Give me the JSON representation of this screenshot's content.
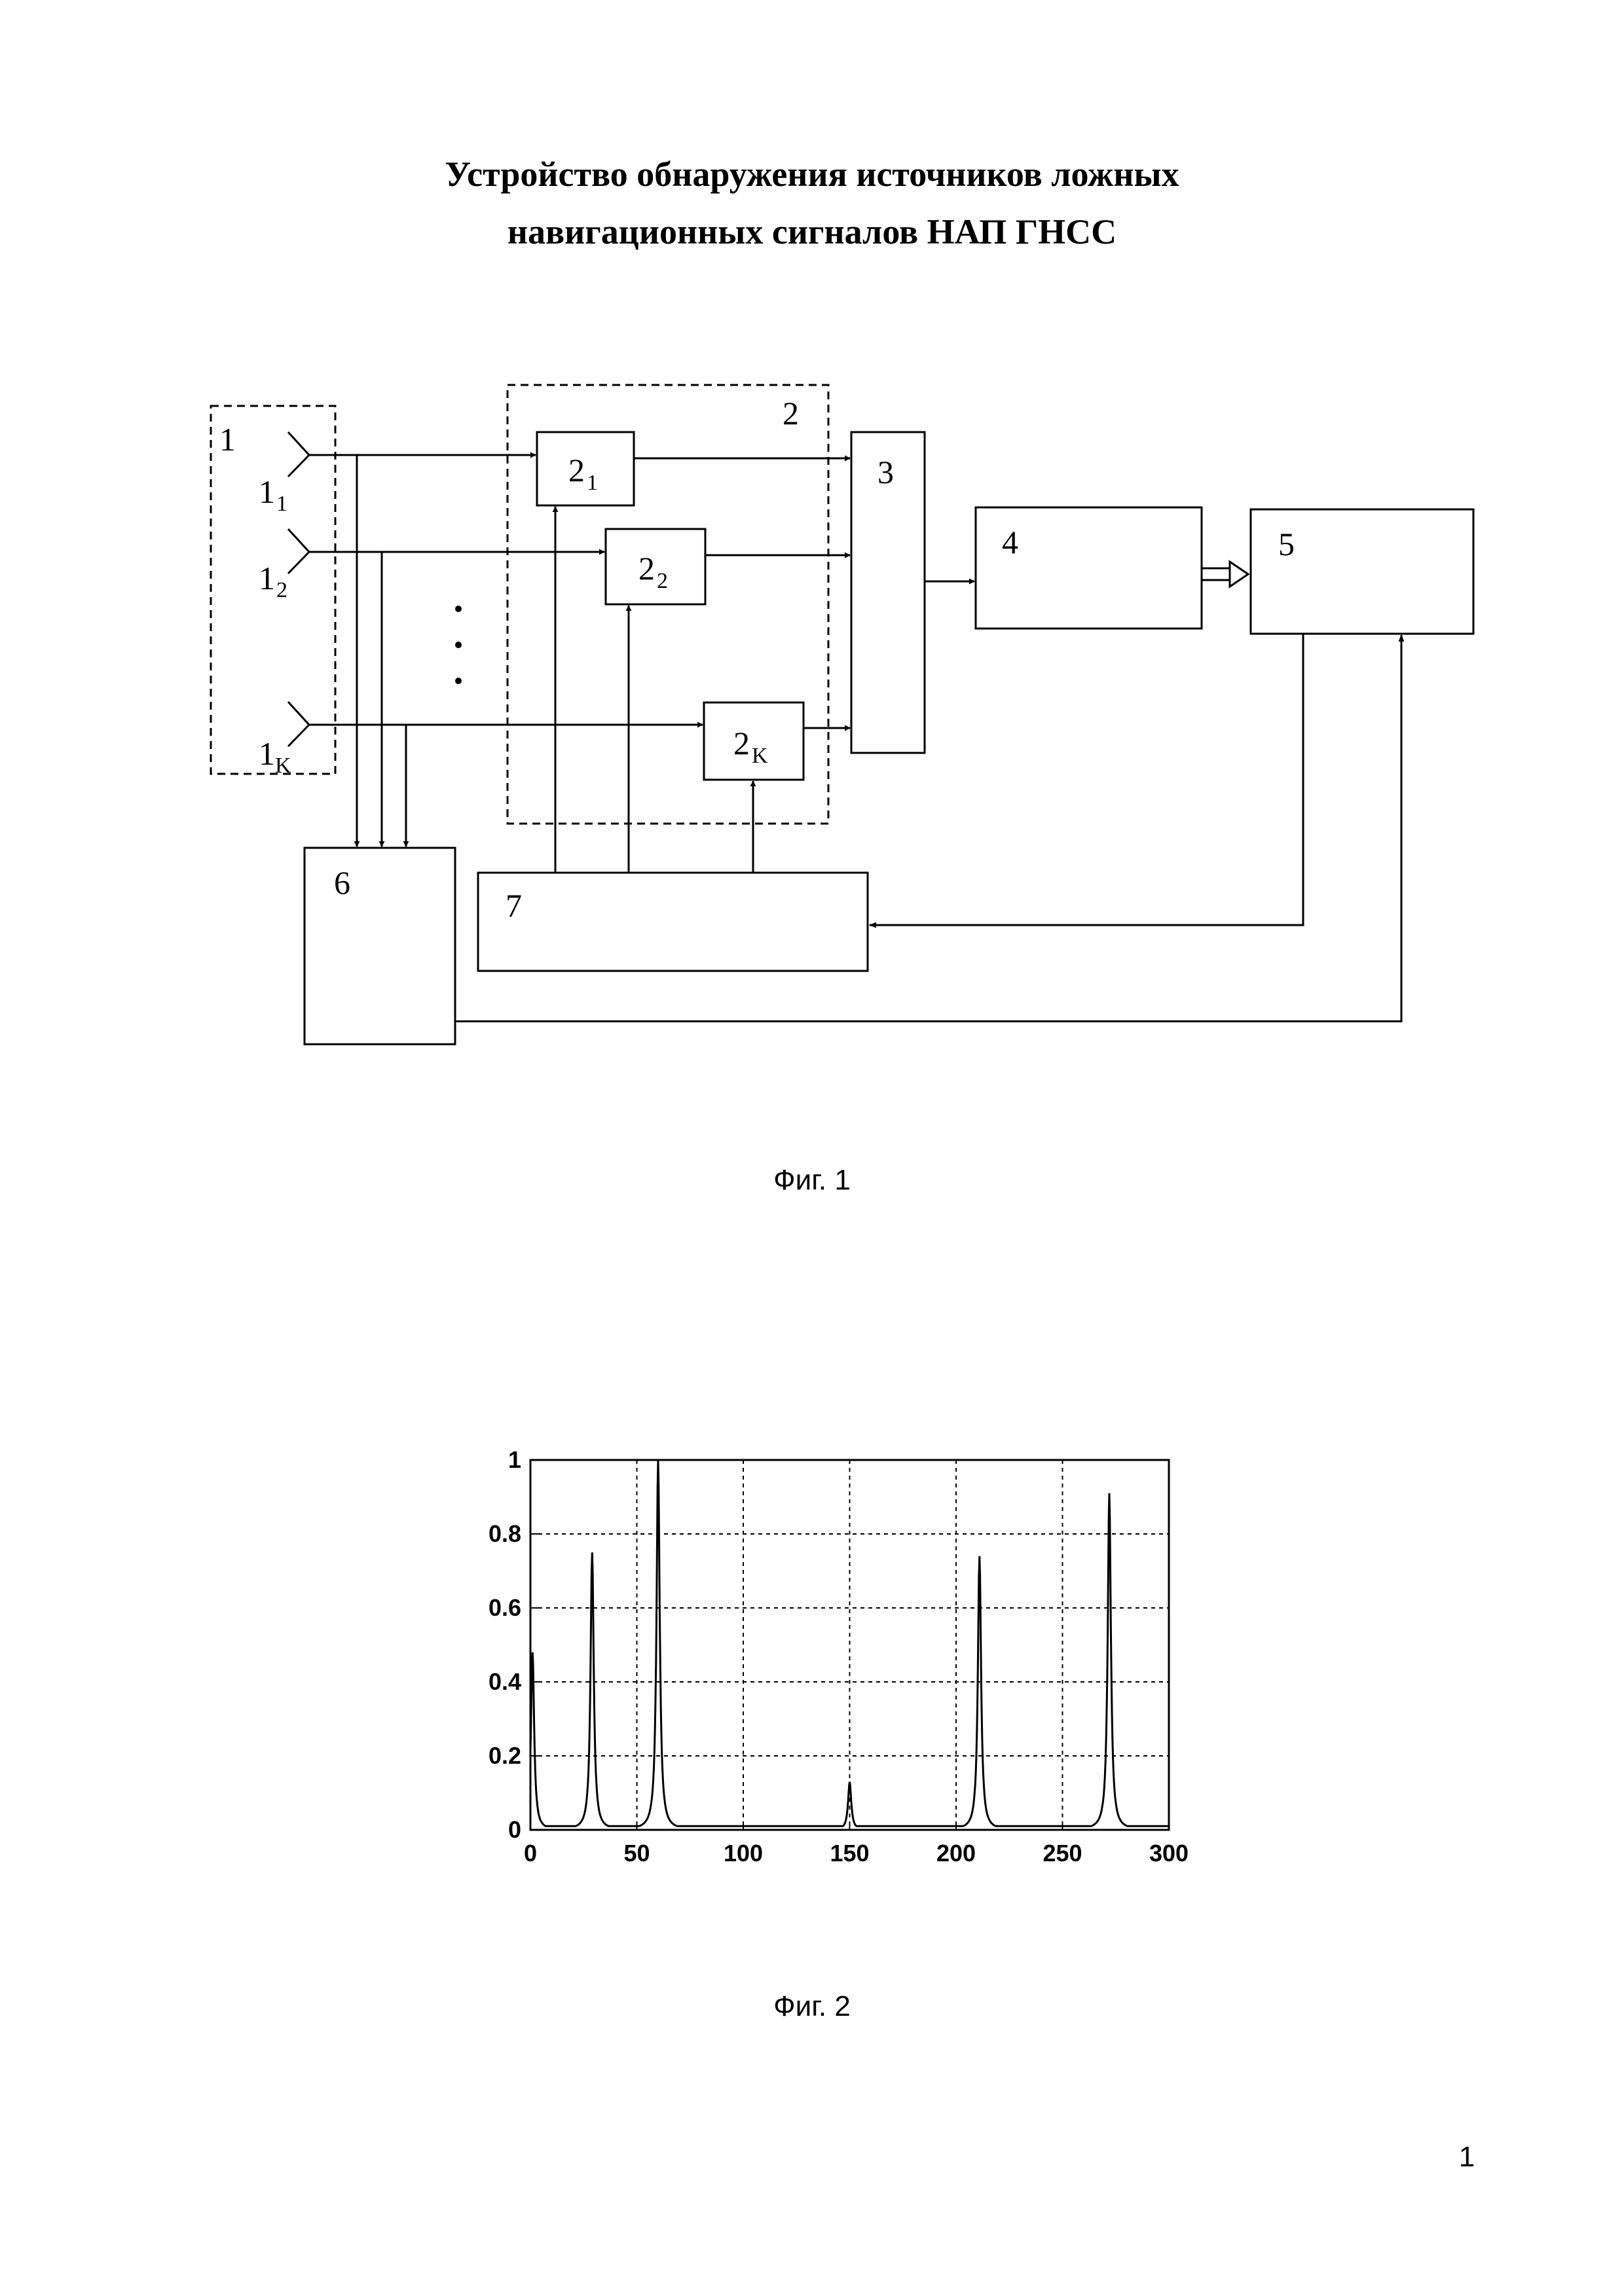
{
  "title": {
    "line1": "Устройство обнаружения источников ложных",
    "line2": "навигационных сигналов НАП ГНСС"
  },
  "figure1": {
    "caption": "Фиг. 1",
    "labels": {
      "block1": "1",
      "antenna1": "1",
      "antenna1_sub": "1",
      "antenna2": "1",
      "antenna2_sub": "2",
      "antennaK": "1",
      "antennaK_sub": "K",
      "block2": "2",
      "sub21": "2",
      "sub21_sub": "1",
      "sub22": "2",
      "sub22_sub": "2",
      "sub2K": "2",
      "sub2K_sub": "K",
      "block3": "3",
      "block4": "4",
      "block5": "5",
      "block6": "6",
      "block7": "7"
    }
  },
  "figure2": {
    "caption": "Фиг. 2"
  },
  "chart_data": {
    "type": "line",
    "xlim": [
      0,
      300
    ],
    "ylim": [
      0,
      1
    ],
    "x_ticks": [
      "0",
      "50",
      "100",
      "150",
      "200",
      "250",
      "300"
    ],
    "y_ticks": [
      "0",
      "0.2",
      "0.4",
      "0.6",
      "0.8",
      "1"
    ],
    "grid": true,
    "baseline": 0.01,
    "peaks": [
      {
        "x": 1,
        "y": 0.48
      },
      {
        "x": 29,
        "y": 0.75
      },
      {
        "x": 60,
        "y": 1.0
      },
      {
        "x": 150,
        "y": 0.13
      },
      {
        "x": 211,
        "y": 0.74
      },
      {
        "x": 272,
        "y": 0.91
      }
    ]
  },
  "page_number": "1"
}
